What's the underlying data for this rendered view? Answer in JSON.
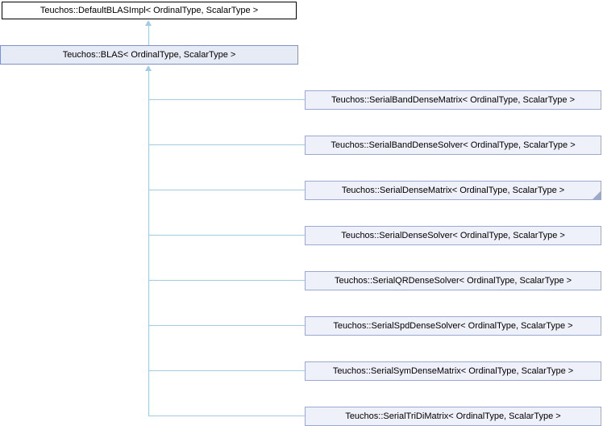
{
  "diagram": {
    "kind": "class-inheritance-graph",
    "colors": {
      "root_border": "#000000",
      "root_fill": "#ffffff",
      "current_border": "#7e92c6",
      "current_fill": "#e7ebf6",
      "child_border": "#9aa9cf",
      "child_fill": "#eef1f9",
      "edge": "#a4cbe4",
      "fold_marker": "#9caac9",
      "text": "#000000"
    },
    "parent": {
      "label": "Teuchos::DefaultBLASImpl< OrdinalType, ScalarType >"
    },
    "current": {
      "label": "Teuchos::BLAS< OrdinalType, ScalarType >"
    },
    "children": [
      {
        "label": "Teuchos::SerialBandDenseMatrix< OrdinalType, ScalarType >"
      },
      {
        "label": "Teuchos::SerialBandDenseSolver< OrdinalType, ScalarType >"
      },
      {
        "label": "Teuchos::SerialDenseMatrix< OrdinalType, ScalarType >",
        "has_hidden_subclasses": true
      },
      {
        "label": "Teuchos::SerialDenseSolver< OrdinalType, ScalarType >"
      },
      {
        "label": "Teuchos::SerialQRDenseSolver< OrdinalType, ScalarType >"
      },
      {
        "label": "Teuchos::SerialSpdDenseSolver< OrdinalType, ScalarType >"
      },
      {
        "label": "Teuchos::SerialSymDenseMatrix< OrdinalType, ScalarType >"
      },
      {
        "label": "Teuchos::SerialTriDiMatrix< OrdinalType, ScalarType >"
      }
    ]
  }
}
